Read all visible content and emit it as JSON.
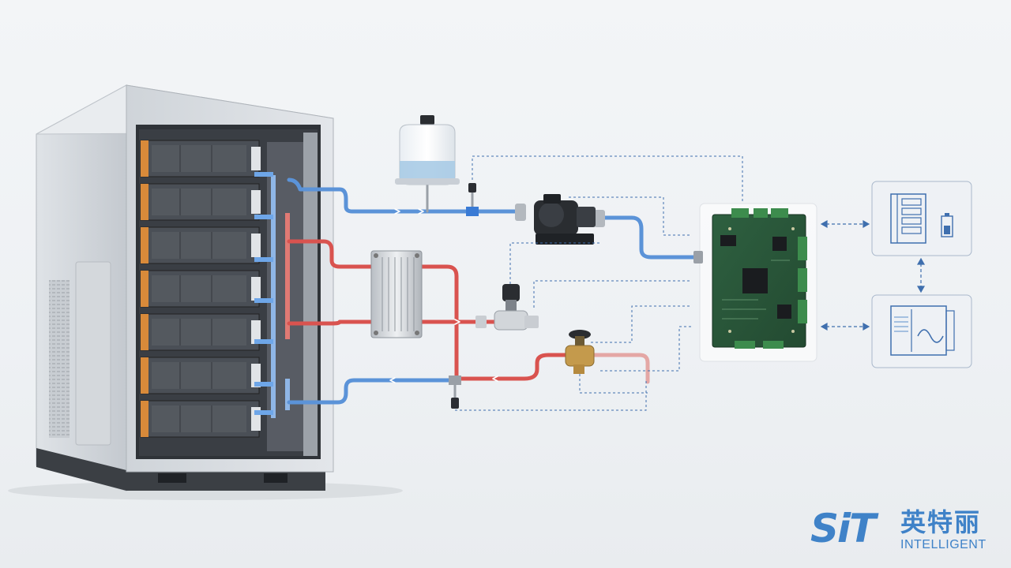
{
  "logo": {
    "mark": "SiT",
    "name_cn": "英特丽",
    "name_en": "INTELLIGENT",
    "color": "#3f82c8"
  },
  "colors": {
    "cold_pipe": "#5b93d8",
    "hot_pipe": "#d9534f",
    "signal_line": "#3f6fae",
    "cabinet": "#c9ced4",
    "pcb": "#2f5d3a"
  },
  "diagram": {
    "components": [
      "battery-cabinet-icon",
      "expansion-tank-icon",
      "circulation-pump-icon",
      "heat-exchanger-icon",
      "control-valve-icon",
      "three-way-valve-icon",
      "controller-board-icon",
      "battery-rack-monitor-icon",
      "pcs-converter-icon"
    ]
  }
}
